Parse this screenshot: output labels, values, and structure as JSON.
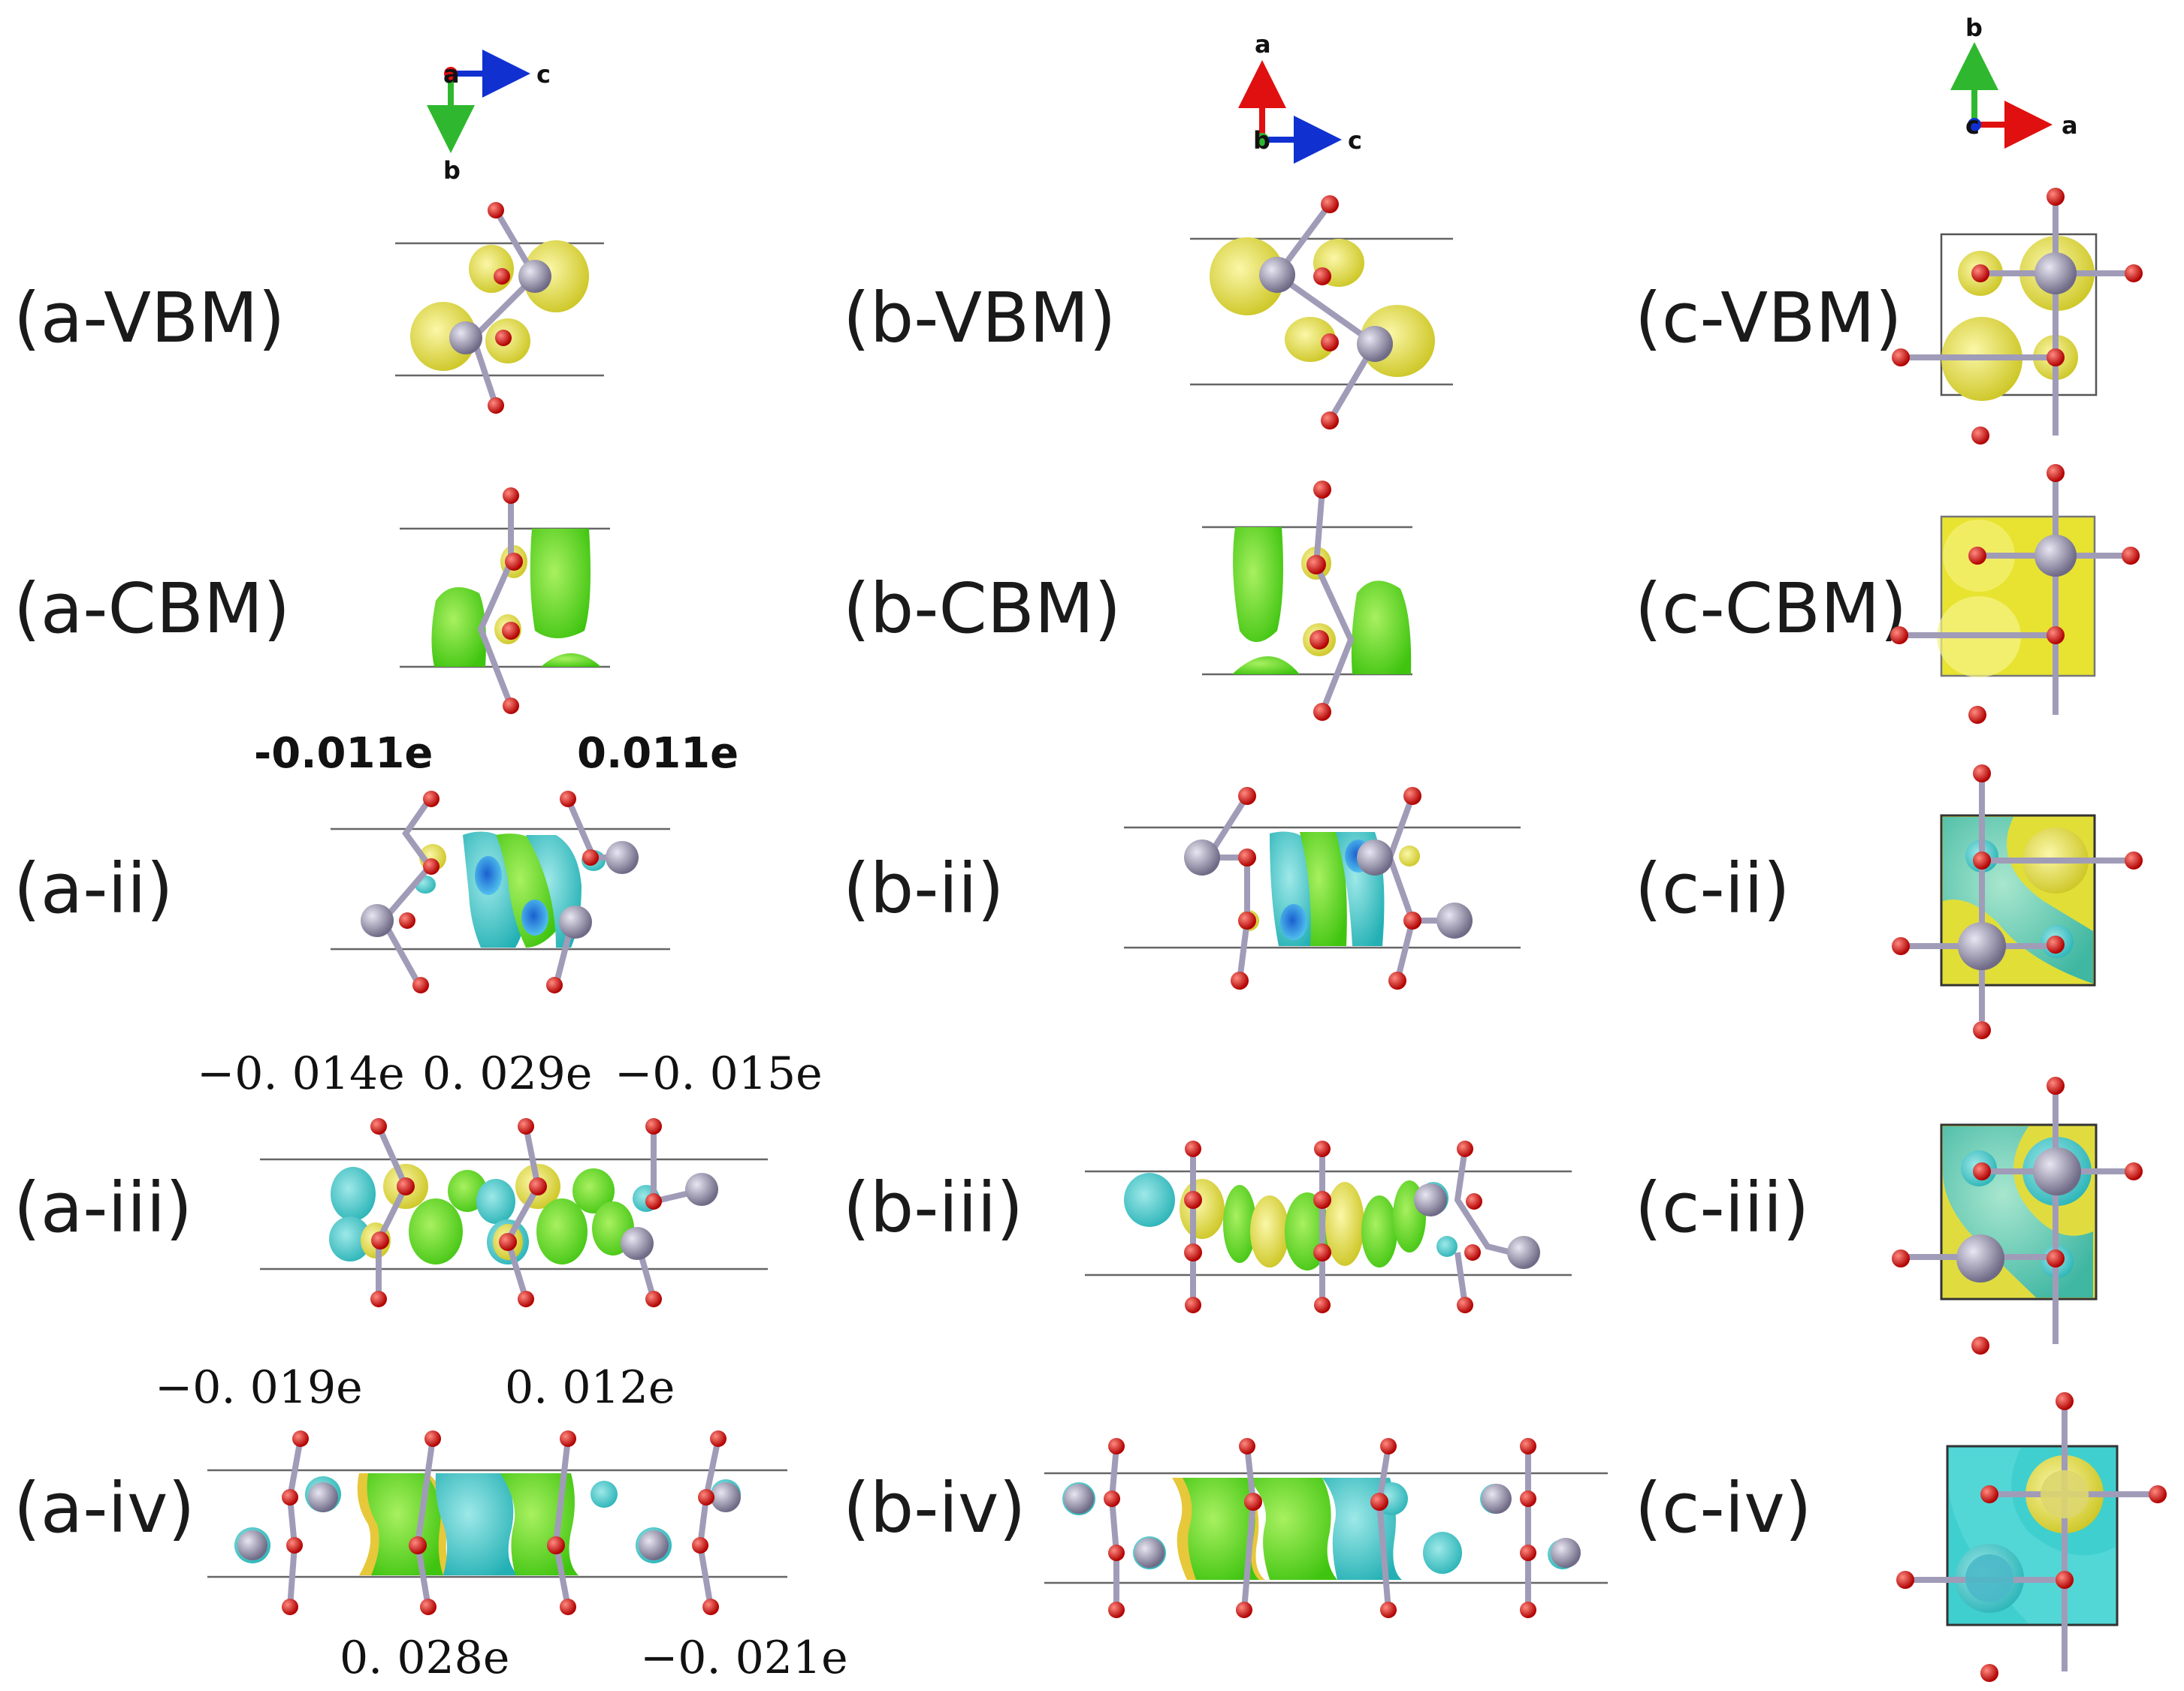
{
  "panels": {
    "a_vbm": "(a-VBM)",
    "b_vbm": "(b-VBM)",
    "c_vbm": "(c-VBM)",
    "a_cbm": "(a-CBM)",
    "b_cbm": "(b-CBM)",
    "c_cbm": "(c-CBM)",
    "a_ii": "(a-ii)",
    "b_ii": "(b-ii)",
    "c_ii": "(c-ii)",
    "a_iii": "(a-iii)",
    "b_iii": "(b-iii)",
    "c_iii": "(c-iii)",
    "a_iv": "(a-iv)",
    "b_iv": "(b-iv)",
    "c_iv": "(c-iv)"
  },
  "charges": {
    "ii_left": "-0.011e",
    "ii_right": "0.011e",
    "iii_left": "−0. 014e",
    "iii_mid": "0. 029e",
    "iii_right": "−0. 015e",
    "iv_top_left": "−0. 019e",
    "iv_top_mid": "0. 012e",
    "iv_bot_mid": "0. 028e",
    "iv_bot_right": "−0. 021e"
  },
  "axes": {
    "col_a": {
      "x": "a",
      "right": "c",
      "down": "b"
    },
    "col_b": {
      "up": "a",
      "origin": "b",
      "right": "c"
    },
    "col_c": {
      "up": "b",
      "origin": "c",
      "right": "a"
    }
  },
  "colors": {
    "oxygen": "#e01010",
    "metal": "#8f8aa3",
    "bond": "#a09cb8",
    "isoYellow": "#e9e33a",
    "isoGreen": "#5cdc1a",
    "isoCyan": "#35c8c8",
    "isoBlue": "#1a6fe0",
    "axisRed": "#e01010",
    "axisGreen": "#2fb82f",
    "axisBlue": "#1030d0"
  }
}
